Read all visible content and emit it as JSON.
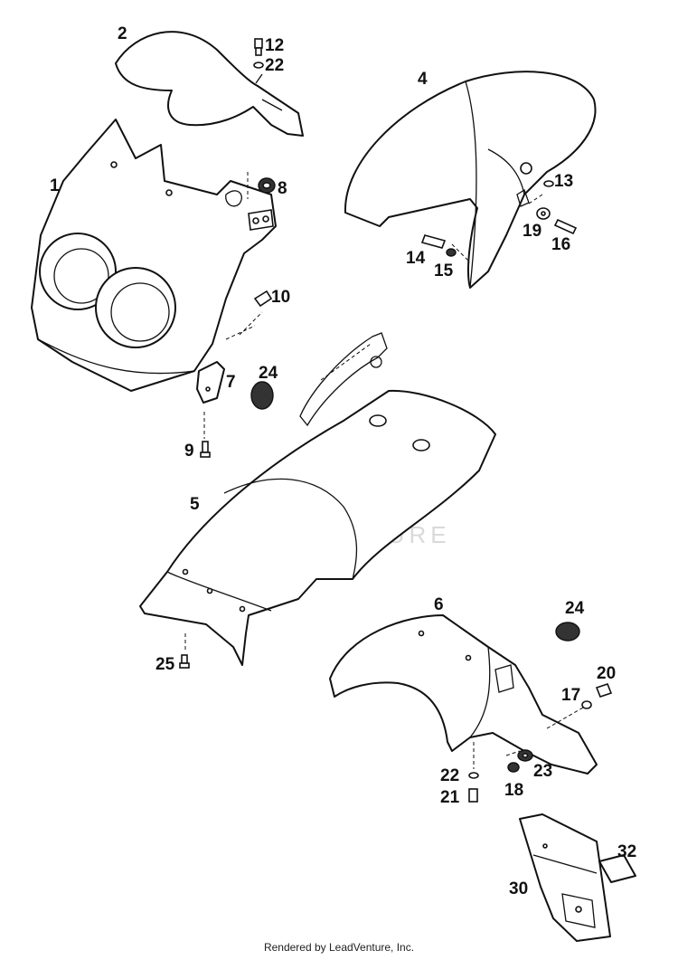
{
  "watermark": {
    "text": "LEADVENTURE",
    "color": "#d9d9d9"
  },
  "footer": "Rendered by LeadVenture, Inc.",
  "callouts": [
    {
      "id": "c1",
      "label": "1"
    },
    {
      "id": "c2",
      "label": "2"
    },
    {
      "id": "c4",
      "label": "4"
    },
    {
      "id": "c5",
      "label": "5"
    },
    {
      "id": "c6",
      "label": "6"
    },
    {
      "id": "c7",
      "label": "7"
    },
    {
      "id": "c8",
      "label": "8"
    },
    {
      "id": "c9",
      "label": "9"
    },
    {
      "id": "c10",
      "label": "10"
    },
    {
      "id": "c12",
      "label": "12"
    },
    {
      "id": "c13",
      "label": "13"
    },
    {
      "id": "c14",
      "label": "14"
    },
    {
      "id": "c15",
      "label": "15"
    },
    {
      "id": "c16",
      "label": "16"
    },
    {
      "id": "c17",
      "label": "17"
    },
    {
      "id": "c18",
      "label": "18"
    },
    {
      "id": "c19",
      "label": "19"
    },
    {
      "id": "c20",
      "label": "20"
    },
    {
      "id": "c21",
      "label": "21"
    },
    {
      "id": "c22a",
      "label": "22"
    },
    {
      "id": "c22b",
      "label": "22"
    },
    {
      "id": "c23",
      "label": "23"
    },
    {
      "id": "c24a",
      "label": "24"
    },
    {
      "id": "c24b",
      "label": "24"
    },
    {
      "id": "c25",
      "label": "25"
    },
    {
      "id": "c30",
      "label": "30"
    },
    {
      "id": "c32",
      "label": "32"
    }
  ]
}
